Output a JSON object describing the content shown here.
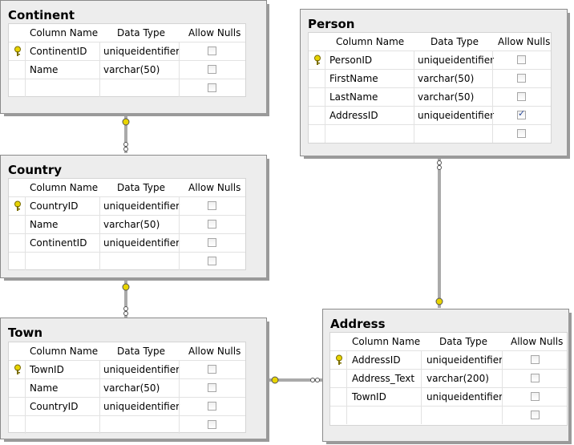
{
  "headers": {
    "col1": "Column Name",
    "col2": "Data Type",
    "col3": "Allow Nulls"
  },
  "tables": {
    "continent": {
      "title": "Continent",
      "rows": [
        {
          "name": "ContinentID",
          "type": "uniqueidentifier",
          "nullable": false,
          "pk": true
        },
        {
          "name": "Name",
          "type": "varchar(50)",
          "nullable": false,
          "pk": false
        }
      ]
    },
    "country": {
      "title": "Country",
      "rows": [
        {
          "name": "CountryID",
          "type": "uniqueidentifier",
          "nullable": false,
          "pk": true
        },
        {
          "name": "Name",
          "type": "varchar(50)",
          "nullable": false,
          "pk": false
        },
        {
          "name": "ContinentID",
          "type": "uniqueidentifier",
          "nullable": false,
          "pk": false
        }
      ]
    },
    "town": {
      "title": "Town",
      "rows": [
        {
          "name": "TownID",
          "type": "uniqueidentifier",
          "nullable": false,
          "pk": true
        },
        {
          "name": "Name",
          "type": "varchar(50)",
          "nullable": false,
          "pk": false
        },
        {
          "name": "CountryID",
          "type": "uniqueidentifier",
          "nullable": false,
          "pk": false
        }
      ]
    },
    "person": {
      "title": "Person",
      "rows": [
        {
          "name": "PersonID",
          "type": "uniqueidentifier",
          "nullable": false,
          "pk": true
        },
        {
          "name": "FirstName",
          "type": "varchar(50)",
          "nullable": false,
          "pk": false
        },
        {
          "name": "LastName",
          "type": "varchar(50)",
          "nullable": false,
          "pk": false
        },
        {
          "name": "AddressID",
          "type": "uniqueidentifier",
          "nullable": true,
          "pk": false
        }
      ]
    },
    "address": {
      "title": "Address",
      "rows": [
        {
          "name": "AddressID",
          "type": "uniqueidentifier",
          "nullable": false,
          "pk": true
        },
        {
          "name": "Address_Text",
          "type": "varchar(200)",
          "nullable": false,
          "pk": false
        },
        {
          "name": "TownID",
          "type": "uniqueidentifier",
          "nullable": false,
          "pk": false
        }
      ]
    }
  },
  "relationships": [
    {
      "from": "country",
      "to": "continent"
    },
    {
      "from": "town",
      "to": "country"
    },
    {
      "from": "address",
      "to": "town"
    },
    {
      "from": "person",
      "to": "address"
    }
  ],
  "colors": {
    "key_icon": "#e8d400",
    "line": "#555555"
  }
}
